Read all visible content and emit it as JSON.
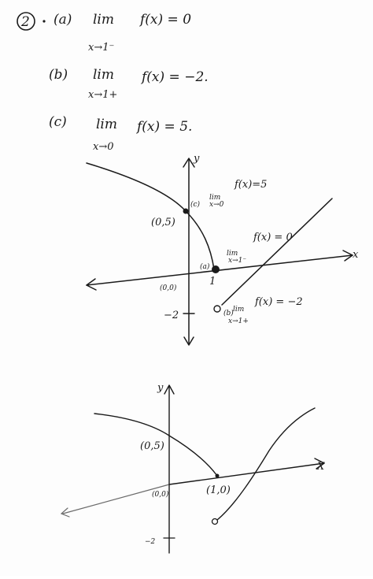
{
  "problem": {
    "number": "2",
    "parts": [
      {
        "label": "(a)",
        "lim": "lim",
        "sub": "x→1⁻",
        "expr": "f(x) = 0"
      },
      {
        "label": "(b)",
        "lim": "lim",
        "sub": "x→1+",
        "expr": "f(x) = −2."
      },
      {
        "label": "(c)",
        "lim": "lim",
        "sub": "x→0",
        "expr": "f(x) = 5."
      }
    ]
  },
  "graph1": {
    "y_axis_label": "y",
    "x_axis_label": "x",
    "point_05": "(0,5)",
    "origin": "(0,0)",
    "tick_1": "1",
    "tick_neg2": "−2",
    "ann_c": {
      "label": "(c)",
      "lim": "lim",
      "sub": "x→0",
      "expr": "f(x)=5"
    },
    "ann_a": {
      "label": "(a)",
      "lim": "lim",
      "sub": "x→1⁻",
      "expr": "f(x) = 0"
    },
    "ann_b": {
      "label": "(b)",
      "lim": "lim",
      "sub": "x→1+",
      "expr": "f(x) = −2"
    }
  },
  "graph2": {
    "y_axis_label": "y",
    "x_axis_label": "X",
    "point_05": "(0,5)",
    "origin": "(0,0)",
    "point_10": "(1,0)",
    "tick_neg2": "−2"
  }
}
